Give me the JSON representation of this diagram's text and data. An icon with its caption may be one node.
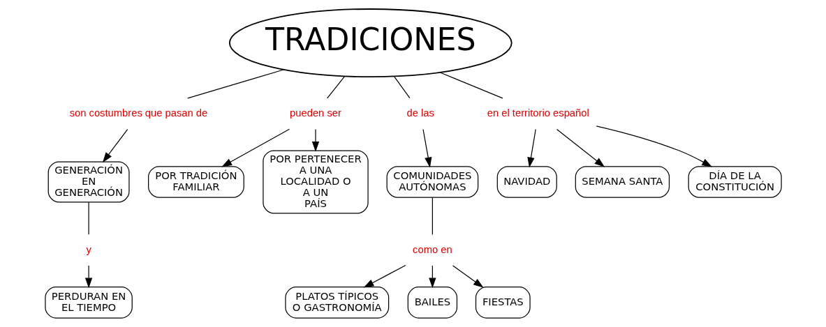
{
  "diagram": {
    "nodes": [
      {
        "text": [
          "TRADICIONES"
        ]
      },
      {
        "text": [
          "son costumbres que pasan de"
        ]
      },
      {
        "text": [
          "GENERACIÓN EN GENERACIÓN"
        ]
      },
      {
        "text": [
          "y"
        ]
      },
      {
        "text": [
          "PERDURAN EN EL TIEMPO"
        ]
      },
      {
        "text": [
          "pueden ser"
        ]
      },
      {
        "text": [
          "POR TRADICIÓN FAMILIAR"
        ]
      },
      {
        "text": [
          "POR PERTENECER A UNA LOCALIDAD O A UN PAÍS"
        ]
      },
      {
        "text": [
          "de las"
        ]
      },
      {
        "text": [
          "COMUNIDADES AUTÓNOMAS"
        ]
      },
      {
        "text": [
          "como en"
        ]
      },
      {
        "text": [
          "PLATOS TÍPICOS O GASTRONOMÍA"
        ]
      },
      {
        "text": [
          "BAILES"
        ]
      },
      {
        "text": [
          "FIESTAS"
        ]
      },
      {
        "text": [
          "en el territorio español"
        ]
      },
      {
        "text": [
          "NAVIDAD"
        ]
      },
      {
        "text": [
          "SEMANA SANTA"
        ]
      },
      {
        "text": [
          "DÍA DE LA CONSTITUCIÓN"
        ]
      }
    ],
    "edges": [
      {
        "from": 0,
        "to": 1,
        "arrow": "none"
      },
      {
        "from": 1,
        "to": 2,
        "arrow": "to"
      },
      {
        "from": 2,
        "to": 3,
        "arrow": "none"
      },
      {
        "from": 3,
        "to": 4,
        "arrow": "to"
      },
      {
        "from": 0,
        "to": 5,
        "arrow": "none"
      },
      {
        "from": 5,
        "to": 6,
        "arrow": "to"
      },
      {
        "from": 5,
        "to": 7,
        "arrow": "to"
      },
      {
        "from": 0,
        "to": 8,
        "arrow": "none"
      },
      {
        "from": 8,
        "to": 9,
        "arrow": "to"
      },
      {
        "from": 9,
        "to": 10,
        "arrow": "none"
      },
      {
        "from": 10,
        "to": 11,
        "arrow": "to"
      },
      {
        "from": 10,
        "to": 12,
        "arrow": "to"
      },
      {
        "from": 10,
        "to": 13,
        "arrow": "to"
      },
      {
        "from": 0,
        "to": 14,
        "arrow": "none"
      },
      {
        "from": 14,
        "to": 15,
        "arrow": "to"
      },
      {
        "from": 14,
        "to": 16,
        "arrow": "to"
      },
      {
        "from": 14,
        "to": 17,
        "arrow": "to"
      }
    ]
  }
}
